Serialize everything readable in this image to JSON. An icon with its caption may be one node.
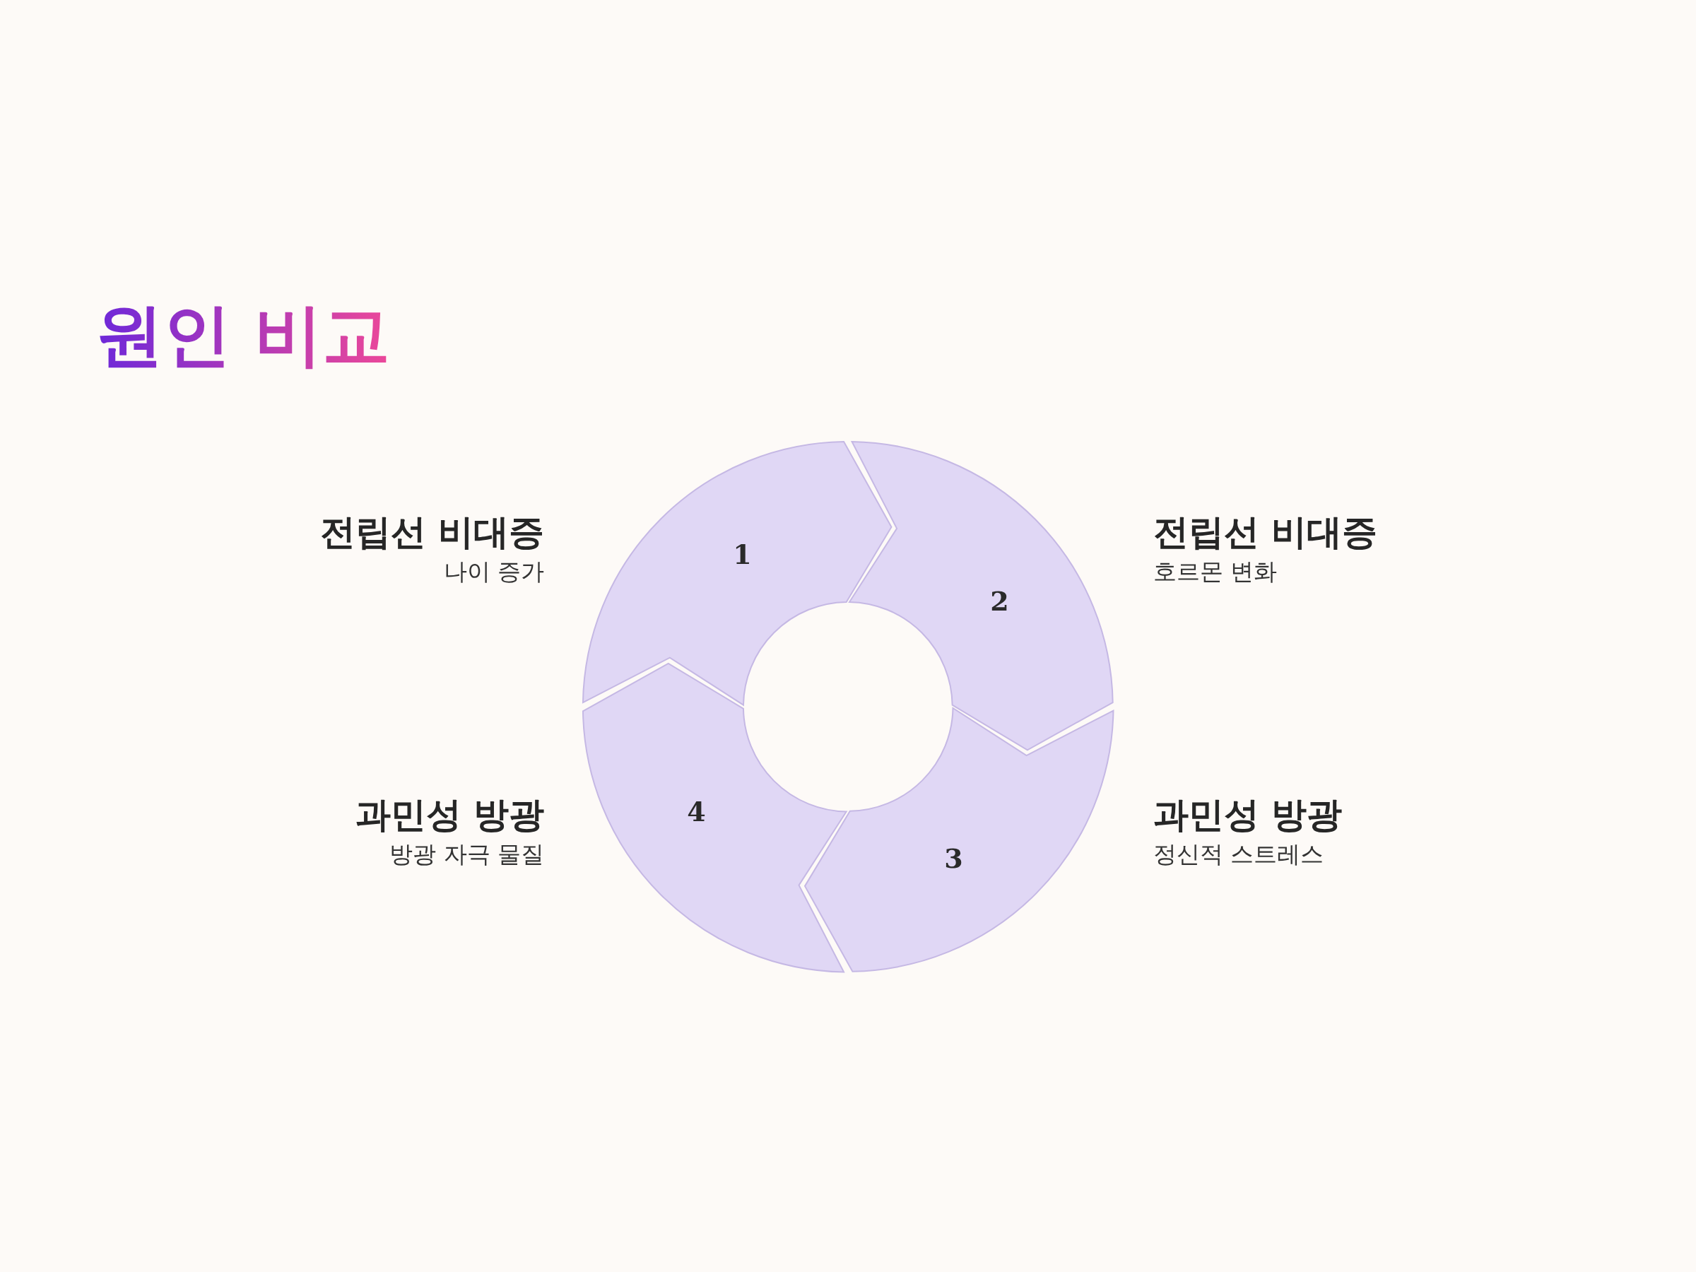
{
  "diagram": {
    "title": "원인 비교",
    "nodes": [
      {
        "text": [
          "1"
        ],
        "beside": [
          "전립선 비대증",
          "나이 증가"
        ]
      },
      {
        "text": [
          "2"
        ],
        "beside": [
          "전립선 비대증",
          "호르몬 변화"
        ]
      },
      {
        "text": [
          "3"
        ],
        "beside": [
          "과민성 방광",
          "정신적 스트레스"
        ]
      },
      {
        "text": [
          "4"
        ],
        "beside": [
          "과민성 방광",
          "방광 자극 물질"
        ]
      }
    ],
    "edges": []
  }
}
